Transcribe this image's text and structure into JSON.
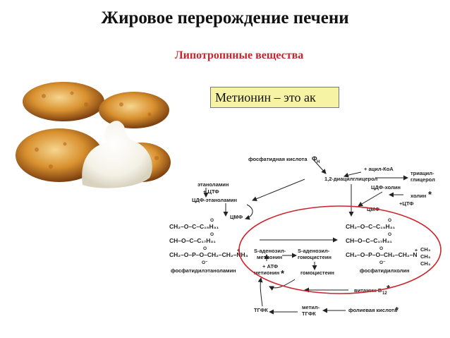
{
  "slide": {
    "title": "Жировое перерождение печени",
    "subtitle": "Липотропнные вещества",
    "callout": "Метионин – это ак"
  },
  "photo": {
    "description_icon": "food-photo"
  },
  "diagram": {
    "labels": {
      "phosphatidic_acid": "фосфатидная кислота",
      "fn": "Ф",
      "fn_sub": "Н",
      "acyl_coa": "+ ацил-КоА",
      "diacylglycerol": "1,2-диацилглицерол",
      "triacylglycerol_1": "триацил-",
      "triacylglycerol_2": "глицерол",
      "ethanolamine": "этаноламин",
      "ctp_plus": "+ ЦТФ",
      "cdp_ethanolamine": "ЦДФ-этаноламин",
      "cdp_choline": "ЦДФ-холин",
      "choline": "холин",
      "ctp2": "+ЦТФ",
      "cmp_left": "ЦМФ",
      "cmp_right": "ЦМФ",
      "pe_row1": "CH₂–O–C–C₁₅H₃₁",
      "pe_row2": "CH–O–C–C₁₇H₃₁",
      "pe_row3": "CH₂–O–P–O–CH₂–CH₂–NH₃",
      "pc_row1": "CH₂–O–C–C₁₅H₃₁",
      "pc_row2": "CH–O–C–C₁₇H₃₁",
      "pc_row3": "CH₂–O–P–O–CH₂–CH₂–N",
      "ch3_1": "CH₃",
      "ch3_2": "CH₃",
      "ch3_3": "CH₃",
      "o": "O",
      "o_minus": "O⁻",
      "plus": "+",
      "pe_name": "фосфатидилэтаноламин",
      "pc_name": "фосфатидилхолин",
      "sam_1": "S-аденозил-",
      "sam_2": "метионин",
      "sah_1": "S-аденозил-",
      "sah_2": "гомоцистеин",
      "atp": "+ АТФ",
      "methionine": "метионин",
      "homocysteine": "гомоцистеин",
      "vitamin_b12": "витамин B",
      "b12_sub": "12",
      "thfa": "ТГФК",
      "methyl_thfa_1": "метил-",
      "methyl_thfa_2": "ТГФК",
      "folic_acid": "фолиевая кислота",
      "star": "*"
    },
    "colors": {
      "ellipse": "#d0222a",
      "ink": "#222222"
    }
  }
}
